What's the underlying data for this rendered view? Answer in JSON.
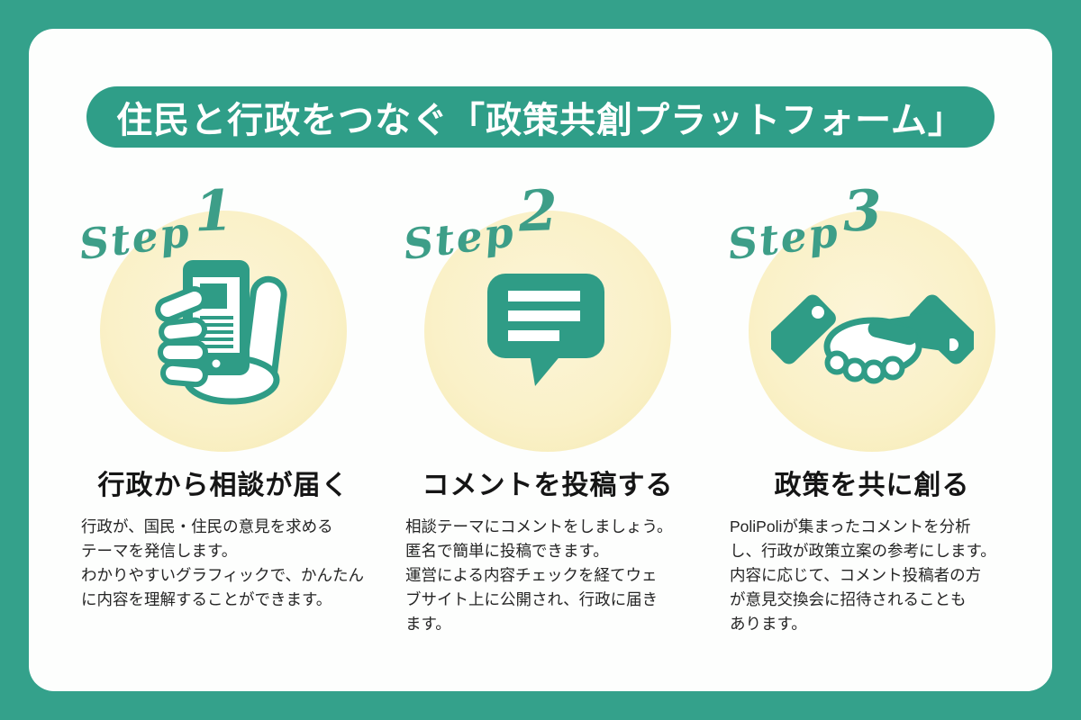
{
  "header": {
    "title": "住民と行政をつなぐ「政策共創プラットフォーム」"
  },
  "steps": [
    {
      "label": "Step",
      "number": "1",
      "icon": "smartphone-in-hand-icon",
      "heading": "行政から相談が届く",
      "body": "行政が、国民・住民の意見を求める\nテーマを発信します。\nわかりやすいグラフィックで、かんたん\nに内容を理解することができます。"
    },
    {
      "label": "Step",
      "number": "2",
      "icon": "speech-bubble-icon",
      "heading": "コメントを投稿する",
      "body": "相談テーマにコメントをしましょう。\n匿名で簡単に投稿できます。\n運営による内容チェックを経てウェ\nブサイト上に公開され、行政に届き\nます。"
    },
    {
      "label": "Step",
      "number": "3",
      "icon": "handshake-icon",
      "heading": "政策を共に創る",
      "body": "PoliPoliが集まったコメントを分析\nし、行政が政策立案の参考にします。\n内容に応じて、コメント投稿者の方\nが意見交換会に招待されることも\nあります。"
    }
  ],
  "colors": {
    "background_teal": "#34A18B",
    "banner_teal": "#2F9E88",
    "icon_teal": "#2F9C86",
    "step_script_teal": "#3D9E88",
    "blob_yellow": "#FAF1C8",
    "card_white": "#FDFEFD",
    "text_dark": "#252525"
  }
}
